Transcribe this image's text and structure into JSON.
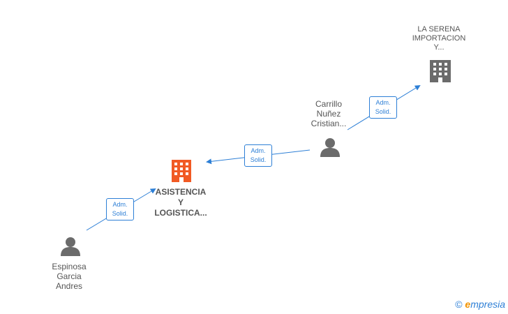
{
  "nodes": {
    "la_serena": {
      "lines": [
        "LA SERENA",
        "IMPORTACION",
        "Y..."
      ],
      "icon": "building-icon",
      "color": "#6b6b6b"
    },
    "carrillo": {
      "lines": [
        "Carrillo",
        "Nuñez",
        "Cristian..."
      ],
      "icon": "person-icon",
      "color": "#6b6b6b"
    },
    "asistencia": {
      "lines": [
        "ASISTENCIA",
        "Y",
        "LOGISTICA..."
      ],
      "icon": "building-icon",
      "color": "#f15a24"
    },
    "espinosa": {
      "lines": [
        "Espinosa",
        "Garcia",
        "Andres"
      ],
      "icon": "person-icon",
      "color": "#6b6b6b"
    }
  },
  "edges": [
    {
      "from": "espinosa",
      "to": "asistencia",
      "role": [
        "Adm.",
        "Solid."
      ]
    },
    {
      "from": "carrillo",
      "to": "asistencia",
      "role": [
        "Adm.",
        "Solid."
      ]
    },
    {
      "from": "carrillo",
      "to": "la_serena",
      "role": [
        "Adm.",
        "Solid."
      ]
    }
  ],
  "colors": {
    "edge": "#2d7fd6",
    "text": "#555555"
  },
  "watermark": {
    "copyright": "©",
    "brand_initial": "e",
    "brand_rest": "mpresia"
  }
}
